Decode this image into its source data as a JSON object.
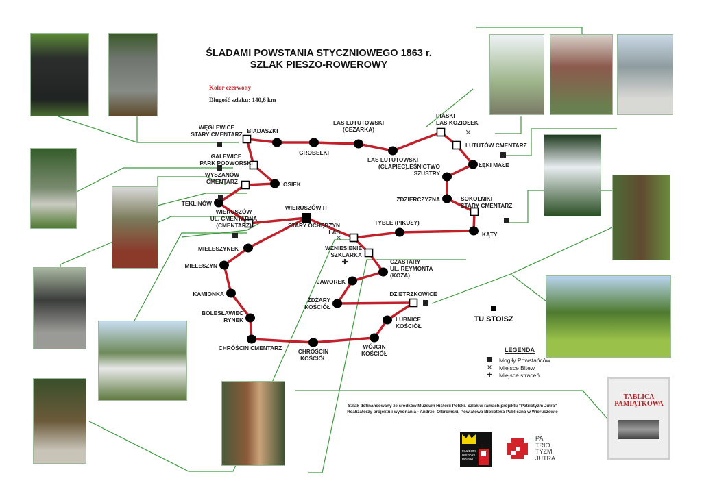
{
  "title": {
    "line1": "ŚLADAMI POWSTANIA STYCZNIOWEGO 1863 r.",
    "line2": "SZLAK PIESZO-ROWEROWY"
  },
  "trail_color": "Kolor czerwony",
  "trail_length": "Długość szlaku: 140,6 km",
  "colors": {
    "route": "#c0202a",
    "leader": "#3f9a3f",
    "stop": "#000000"
  },
  "stops": [
    {
      "id": "weglewice",
      "label": [
        "WĘGLEWICE",
        "STARY CMENTARZ"
      ],
      "type": "square",
      "grave": true
    },
    {
      "id": "biadaszki",
      "label": [
        "BIADASZKI"
      ],
      "type": "dot"
    },
    {
      "id": "grobelki",
      "label": [
        "GROBELKI"
      ],
      "type": "dot"
    },
    {
      "id": "cezarka",
      "label": [
        "LAS LUTUTOWSKI",
        "(CEZARKA)"
      ],
      "type": "dot"
    },
    {
      "id": "clapiec",
      "label": [
        "LAS LUTUTOWSKI",
        "(CŁAPIEC)"
      ],
      "type": "dot"
    },
    {
      "id": "piaski",
      "label": [
        "PIASKI",
        "LAS KOZIOŁEK"
      ],
      "type": "square",
      "battle": true
    },
    {
      "id": "lututow",
      "label": [
        "LUTUTÓW CMENTARZ"
      ],
      "type": "square",
      "grave": true
    },
    {
      "id": "leki",
      "label": [
        "ŁĘKI MAŁE"
      ],
      "type": "dot"
    },
    {
      "id": "szustry",
      "label": [
        "LEŚNICTWO",
        "SZUSTRY"
      ],
      "type": "dot"
    },
    {
      "id": "zdzierczyzna",
      "label": [
        "ZDZIERCZYZNA"
      ],
      "type": "dot"
    },
    {
      "id": "sokolniki",
      "label": [
        "SOKOLNIKI",
        "STARY CMENTARZ"
      ],
      "type": "square",
      "grave": true
    },
    {
      "id": "katy",
      "label": [
        "KĄTY"
      ],
      "type": "dot"
    },
    {
      "id": "tyble",
      "label": [
        "TYBLE (PIKUŁY)"
      ],
      "type": "dot"
    },
    {
      "id": "ochedzyn",
      "label": [
        "STARY OCHĘDZYN",
        "LAS"
      ],
      "type": "square",
      "battle": true
    },
    {
      "id": "wzniesienie",
      "label": [
        "WZNIESIENIE",
        "SZKLARKA"
      ],
      "type": "square",
      "execution": true
    },
    {
      "id": "czastary",
      "label": [
        "CZASTARY",
        "UL. REYMONTA",
        "(KOZA)"
      ],
      "type": "dot"
    },
    {
      "id": "jaworek",
      "label": [
        "JAWOREK"
      ],
      "type": "dot"
    },
    {
      "id": "zdzary",
      "label": [
        "ŻDŻARY",
        "KOŚCIÓŁ"
      ],
      "type": "dot"
    },
    {
      "id": "dzietrzkowice",
      "label": [
        "DZIETRZKOWICE"
      ],
      "type": "square",
      "grave": true
    },
    {
      "id": "lubnice",
      "label": [
        "ŁUBNICE",
        "KOŚCIÓŁ"
      ],
      "type": "dot"
    },
    {
      "id": "wojcin",
      "label": [
        "WÓJCIN",
        "KOŚCIÓŁ"
      ],
      "type": "dot"
    },
    {
      "id": "chroscin_k",
      "label": [
        "CHRÓŚCIN",
        "KOŚCIÓŁ"
      ],
      "type": "dot"
    },
    {
      "id": "chroscin_c",
      "label": [
        "CHRÓŚCIN CMENTARZ"
      ],
      "type": "dot"
    },
    {
      "id": "boleslawiec",
      "label": [
        "BOLESŁAWIEC",
        "RYNEK"
      ],
      "type": "dot"
    },
    {
      "id": "kamionka",
      "label": [
        "KAMIONKA"
      ],
      "type": "dot"
    },
    {
      "id": "mieleszyn",
      "label": [
        "MIELESZYN"
      ],
      "type": "dot"
    },
    {
      "id": "mieleszynek",
      "label": [
        "MIELESZYNEK"
      ],
      "type": "dot"
    },
    {
      "id": "wieruszow_it",
      "label": [
        "WIERUSZÓW IT"
      ],
      "type": "start"
    },
    {
      "id": "wieruszow_c",
      "label": [
        "WIERUSZÓW",
        "UL. CMENTARNA",
        "(CMENTARZ)"
      ],
      "type": "square",
      "grave": true
    },
    {
      "id": "teklinow",
      "label": [
        "TEKLINÓW"
      ],
      "type": "dot"
    },
    {
      "id": "wyszanow",
      "label": [
        "WYSZANÓW",
        "CMENTARZ"
      ],
      "type": "square",
      "grave": true
    },
    {
      "id": "osiek",
      "label": [
        "OSIEK"
      ],
      "type": "dot"
    },
    {
      "id": "galewice",
      "label": [
        "GALEWICE",
        "PARK PODWORSKI"
      ],
      "type": "square",
      "grave": true
    }
  ],
  "you_are_here": "TU STOISZ",
  "legend": {
    "title": "LEGENDA",
    "items": [
      "Mogiły Powstańców",
      "Miejsce Bitew",
      "Miejsce straceń"
    ]
  },
  "credits": {
    "line1": "Szlak dofinansowany ze środków Muzeum Historii Polski. Szlak w ramach projektu \"Patriotyzm Jutra\"",
    "line2": "Realizatorzy projektu i wykonania - Andrzej Olbromski, Powiatowa Biblioteka Publiczna w Wieruszowie"
  },
  "logos": {
    "mhp": [
      "MUZEUM",
      "HISTORII",
      "POLSKI"
    ],
    "patriotyzm": [
      "PA",
      "TRIO",
      "TYZM",
      "JUTRA"
    ]
  },
  "plaque": {
    "line1": "TABLICA",
    "line2": "PAMIĄTKOWA"
  }
}
